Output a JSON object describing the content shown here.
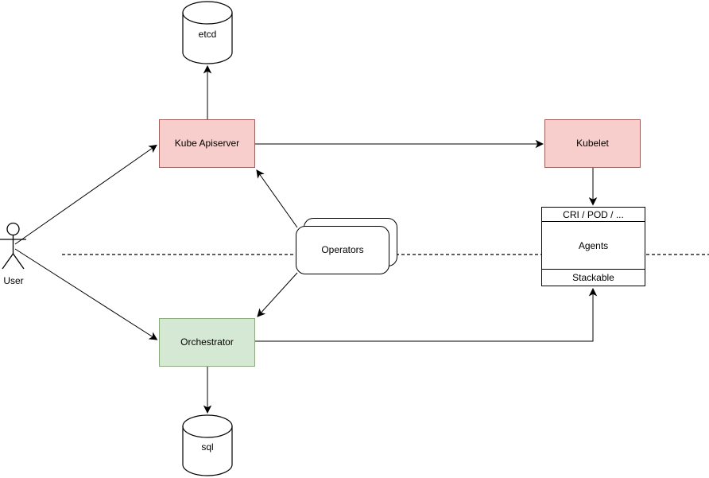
{
  "diagram": {
    "colors": {
      "background": "#ffffff",
      "red_fill": "#f8cecc",
      "red_stroke": "#b85450",
      "green_fill": "#d5e8d4",
      "green_stroke": "#82b366",
      "neutral_fill": "#ffffff",
      "line": "#000000",
      "text": "#000000"
    },
    "nodes": {
      "etcd": {
        "label": "etcd",
        "shape": "cylinder"
      },
      "kube_apiserver": {
        "label": "Kube Apiserver",
        "shape": "rectangle"
      },
      "kubelet": {
        "label": "Kubelet",
        "shape": "rectangle"
      },
      "user": {
        "label": "User",
        "shape": "actor"
      },
      "operators": {
        "label": "Operators",
        "shape": "stacked-rounded-rectangle"
      },
      "orchestrator": {
        "label": "Orchestrator",
        "shape": "rectangle"
      },
      "agents_stack": {
        "shape": "compartment-box",
        "rows": [
          {
            "label": "CRI / POD / ..."
          },
          {
            "label": "Agents"
          },
          {
            "label": "Stackable"
          }
        ]
      },
      "sql": {
        "label": "sql",
        "shape": "cylinder"
      }
    },
    "edges": [
      {
        "from": "user",
        "to": "kube_apiserver",
        "arrow": "end"
      },
      {
        "from": "user",
        "to": "orchestrator",
        "arrow": "end"
      },
      {
        "from": "kube_apiserver",
        "to": "etcd",
        "arrow": "end"
      },
      {
        "from": "kube_apiserver",
        "to": "kubelet",
        "arrow": "end"
      },
      {
        "from": "operators",
        "to": "kube_apiserver",
        "arrow": "end"
      },
      {
        "from": "operators",
        "to": "orchestrator",
        "arrow": "end"
      },
      {
        "from": "kubelet",
        "to": "agents_stack",
        "arrow": "end"
      },
      {
        "from": "orchestrator",
        "to": "agents_stack",
        "arrow": "end",
        "route": "orthogonal"
      },
      {
        "from": "orchestrator",
        "to": "sql",
        "arrow": "end"
      },
      {
        "type": "dashed-separator",
        "orientation": "horizontal"
      }
    ]
  }
}
